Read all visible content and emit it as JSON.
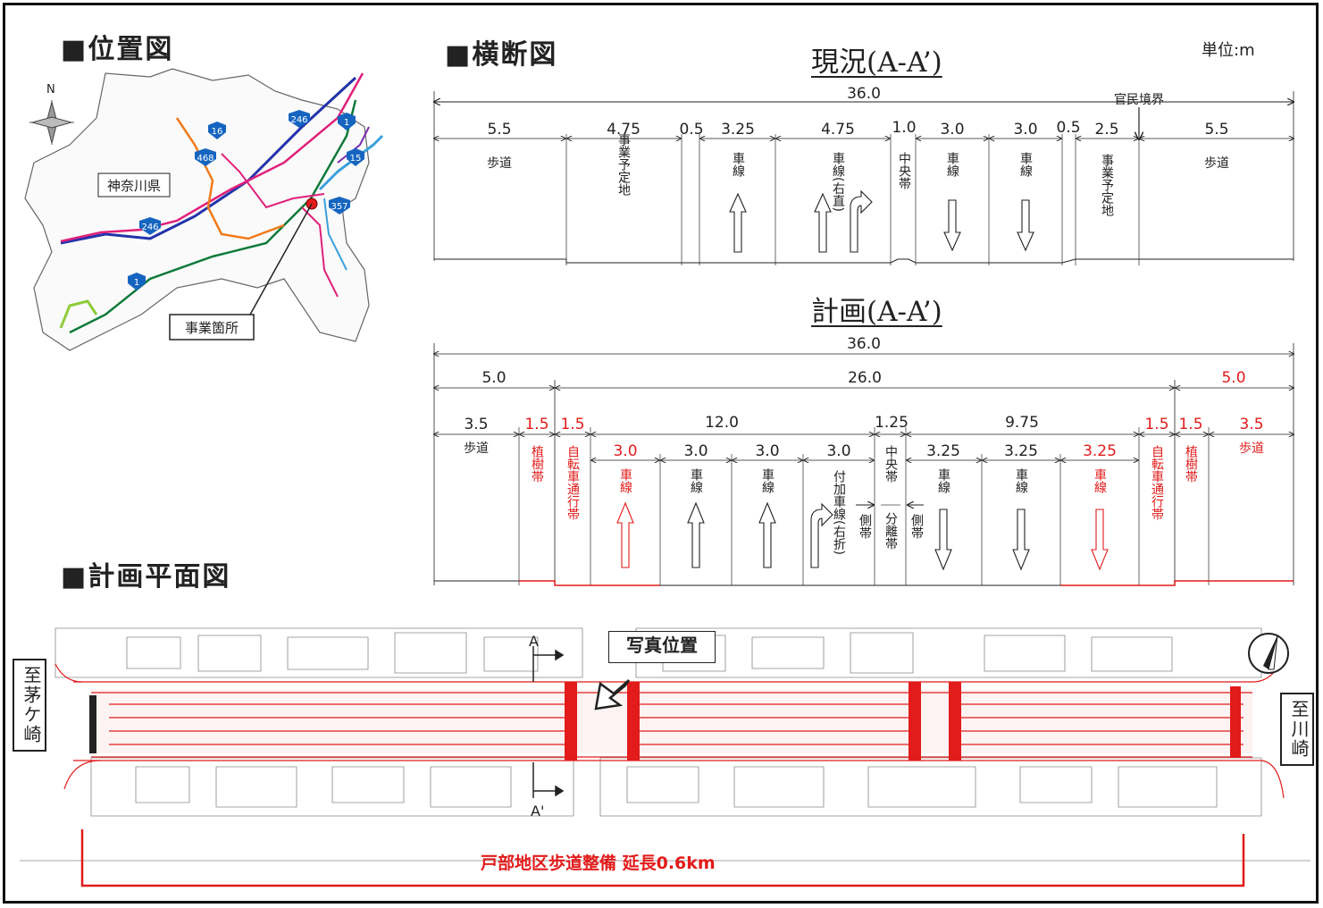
{
  "headings": {
    "location": "■位置図",
    "cross_section": "■横断図",
    "plan_view": "■計画平面図"
  },
  "unit": "単位:m",
  "location_map": {
    "north": "N",
    "prefecture": "神奈川県",
    "project_site": "事業箇所",
    "route_badges": [
      "1",
      "1",
      "15",
      "16",
      "246",
      "246",
      "357",
      "468"
    ]
  },
  "current": {
    "title": "現況(A-A’)",
    "total": "36.0",
    "boundary_label": "官民境界",
    "widths": [
      "5.5",
      "4.75",
      "0.5",
      "3.25",
      "4.75",
      "1.0",
      "3.0",
      "3.0",
      "0.5",
      "2.5",
      "5.5"
    ],
    "labels": [
      "歩道",
      "事業予定地",
      "車線",
      "車線(右直)",
      "中央帯",
      "車線",
      "車線",
      "事業予定地",
      "歩道"
    ]
  },
  "plan": {
    "title": "計画(A-A’)",
    "total": "36.0",
    "group_widths": [
      "5.0",
      "26.0",
      "5.0"
    ],
    "sub_widths": [
      "3.5",
      "1.5",
      "1.5",
      "12.0",
      "1.25",
      "9.75",
      "1.5",
      "1.5",
      "3.5"
    ],
    "lane_widths": [
      "3.0",
      "3.0",
      "3.0",
      "3.0",
      "3.25",
      "3.25",
      "3.25"
    ],
    "labels": [
      "歩道",
      "植樹帯",
      "自転車通行帯",
      "車線",
      "車線",
      "車線",
      "付加車線(右折)",
      "側帯",
      "中央帯",
      "分離帯",
      "側帯",
      "車線",
      "車線",
      "車線",
      "自転車通行帯",
      "植樹帯",
      "歩道"
    ]
  },
  "plan_view": {
    "photo_position": "写真位置",
    "dest_left": "至茅ケ崎",
    "dest_right": "至川崎",
    "section_a": "A",
    "section_a_prime": "A'",
    "extent_label": "戸部地区歩道整備 延長0.6km"
  },
  "colors": {
    "red": "#e21b1b",
    "black": "#222222"
  }
}
